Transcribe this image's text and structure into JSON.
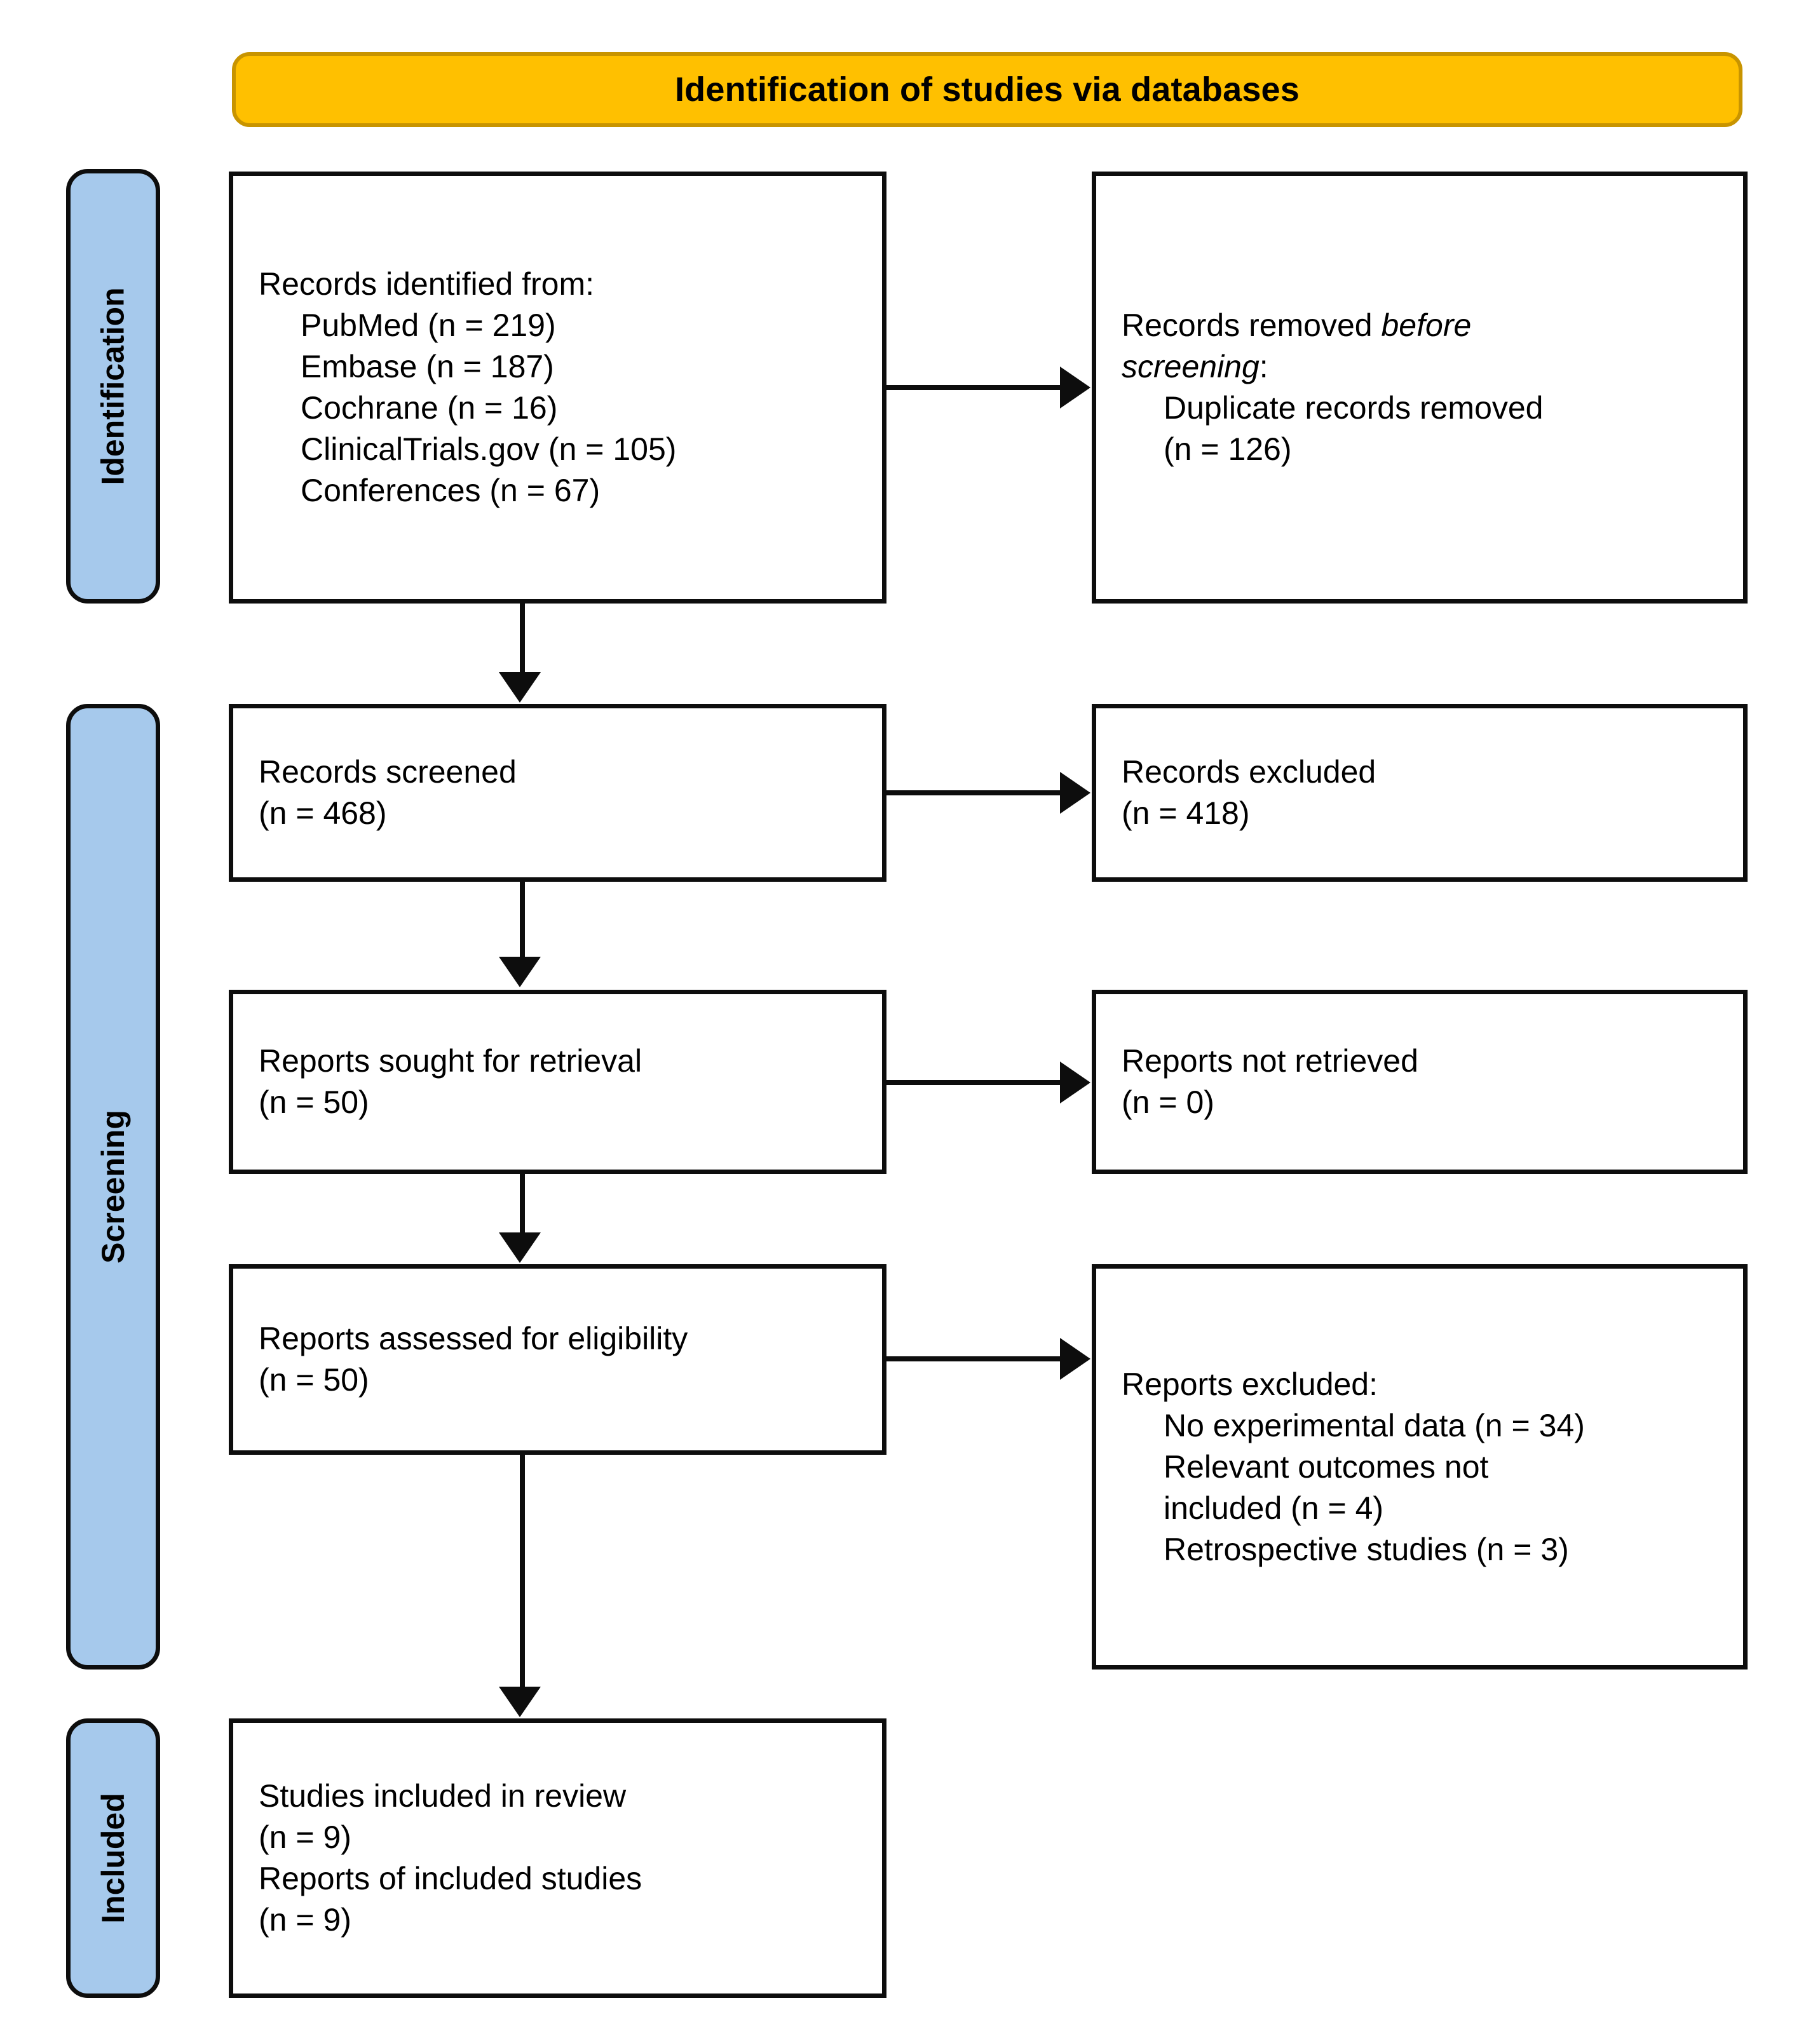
{
  "banner": {
    "label": "Identification of studies via databases"
  },
  "stages": [
    {
      "id": "identification",
      "label": "Identification"
    },
    {
      "id": "screening",
      "label": "Screening"
    },
    {
      "id": "included",
      "label": "Included"
    }
  ],
  "boxes": {
    "identified": {
      "lines": [
        "Records identified from:",
        "PubMed (n = 219)",
        "Embase (n = 187)",
        "Cochrane (n = 16)",
        "ClinicalTrials.gov (n = 105)",
        "Conferences (n = 67)"
      ]
    },
    "removed": {
      "line1_pre": "Records removed ",
      "line1_em": "before",
      "line2_em": "screening",
      "line2_post": ":",
      "line3": "Duplicate records removed",
      "line4": "(n = 126)"
    },
    "screened": {
      "line1": "Records screened",
      "line2": "(n = 468)"
    },
    "excluded_records": {
      "line1": "Records excluded",
      "line2": "(n = 418)"
    },
    "sought": {
      "line1": "Reports sought for retrieval",
      "line2": "(n = 50)"
    },
    "not_retrieved": {
      "line1": "Reports not retrieved",
      "line2": "(n = 0)"
    },
    "assessed": {
      "line1": "Reports assessed for eligibility",
      "line2": "(n = 50)"
    },
    "excluded_reports": {
      "line1": "Reports excluded:",
      "line2": "No experimental data (n = 34)",
      "line3": "Relevant outcomes not",
      "line4": "included (n = 4)",
      "line5": "Retrospective studies (n = 3)"
    },
    "included": {
      "line1": "Studies included in review",
      "line2": "(n = 9)",
      "line3": "Reports of included studies",
      "line4": "(n = 9)"
    }
  },
  "colors": {
    "banner_fill": "#FFC000",
    "banner_border": "#C89400",
    "stage_fill": "#A6C9EC",
    "box_border": "#0D0D0D",
    "box_fill": "#FFFFFF",
    "text": "#000000"
  }
}
